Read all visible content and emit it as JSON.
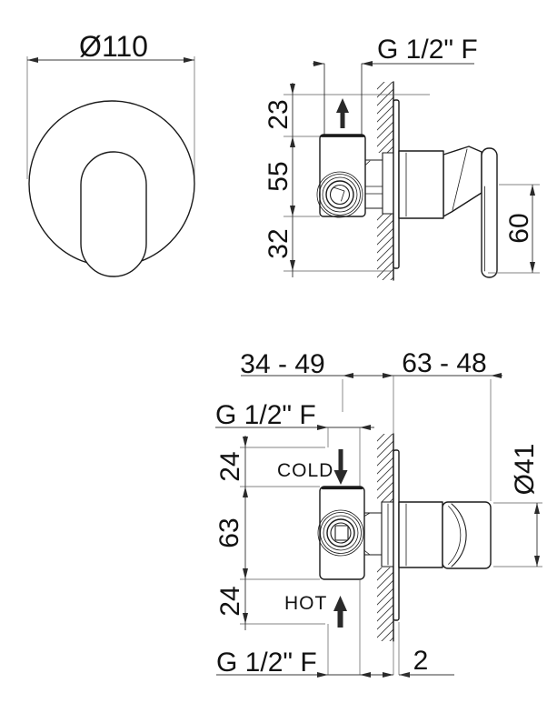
{
  "drawing": {
    "front_view": {
      "plate_diameter": "Ø110"
    },
    "side_view": {
      "outlet_thread": "G 1/2\" F",
      "dim_top": "23",
      "dim_middle": "55",
      "dim_bottom": "32",
      "handle_length": "60"
    },
    "plan_view": {
      "rough_in_range": "34 - 49",
      "trim_range": "63 - 48",
      "cold_thread": "G 1/2\" F",
      "hot_thread": "G 1/2\" F",
      "cold_label": "COLD",
      "hot_label": "HOT",
      "dim_top": "24",
      "dim_middle": "63",
      "dim_bottom": "24",
      "handle_diameter": "Ø41",
      "plate_thickness": "2"
    },
    "colors": {
      "line": "#1a1a1a",
      "dimension": "#3a3a3a",
      "background": "#ffffff"
    }
  }
}
